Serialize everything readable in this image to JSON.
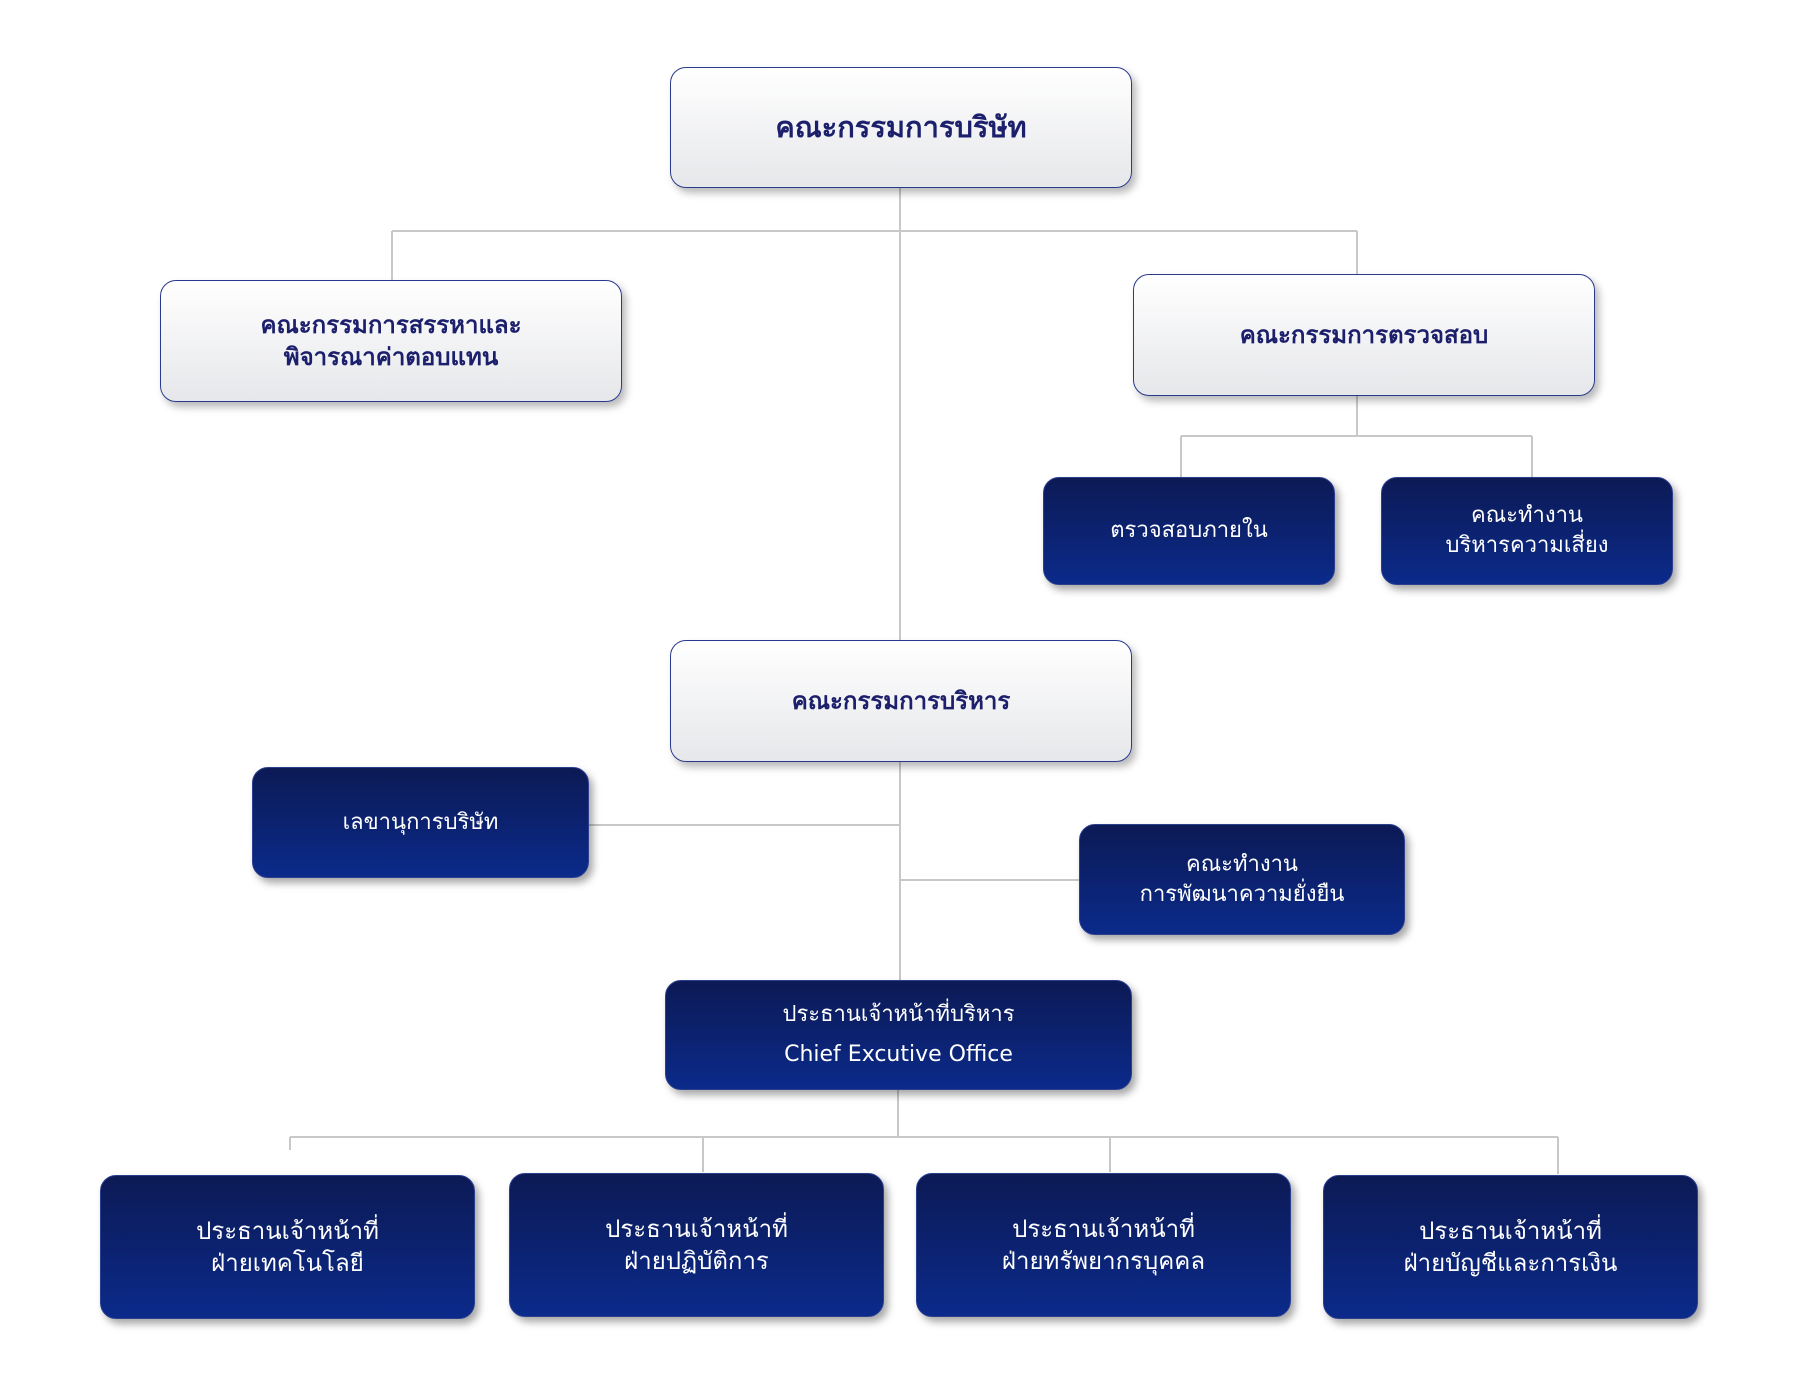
{
  "board": {
    "label": "คณะกรรมการบริษัท"
  },
  "nomination_committee": {
    "line1": "คณะกรรมการสรรหาและ",
    "line2": "พิจารณาค่าตอบแทน"
  },
  "audit_committee": {
    "label": "คณะกรรมการตรวจสอบ"
  },
  "internal_audit": {
    "label": "ตรวจสอบภายใน"
  },
  "risk_working_group": {
    "line1": "คณะทำงาน",
    "line2": "บริหารความเสี่ยง"
  },
  "executive_committee": {
    "label": "คณะกรรมการบริหาร"
  },
  "company_secretary": {
    "label": "เลขานุการบริษัท"
  },
  "sustainability_working_group": {
    "line1": "คณะทำงาน",
    "line2": "การพัฒนาความยั่งยืน"
  },
  "ceo": {
    "line1": "ประธานเจ้าหน้าที่บริหาร",
    "line2": "Chief Excutive Office"
  },
  "departments": [
    {
      "line1": "ประธานเจ้าหน้าที่",
      "line2": "ฝ่ายเทคโนโลยี"
    },
    {
      "line1": "ประธานเจ้าหน้าที่",
      "line2": "ฝ่ายปฏิบัติการ"
    },
    {
      "line1": "ประธานเจ้าหน้าที่",
      "line2": "ฝ่ายทรัพยากรบุคคล"
    },
    {
      "line1": "ประธานเจ้าหน้าที่",
      "line2": "ฝ่ายบัญชีและการเงิน"
    }
  ],
  "colors": {
    "light_box_text": "#1c1f6b",
    "dark_box_fill": "#0b2a8a",
    "connector": "#c8c8c8"
  }
}
